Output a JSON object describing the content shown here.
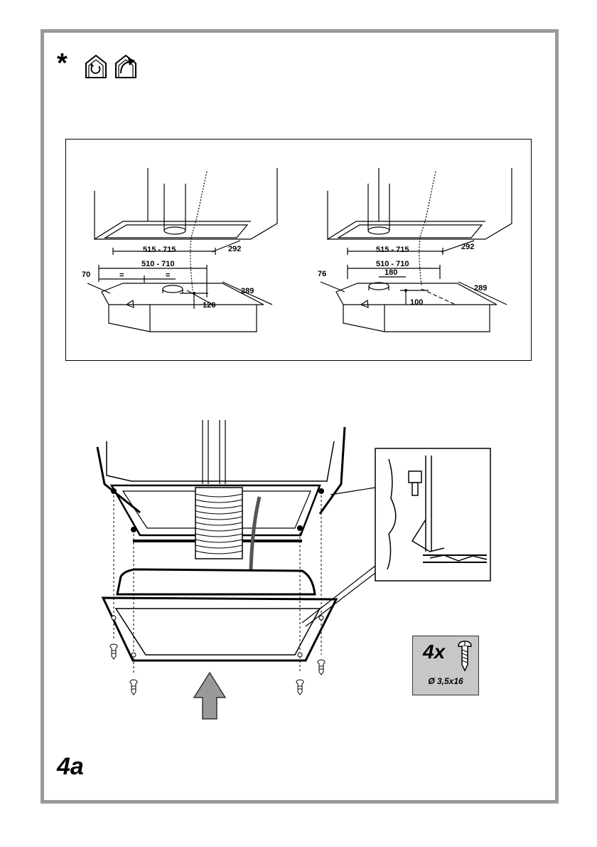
{
  "header": {
    "star": "*",
    "icons": [
      "recirculation-icon",
      "extraction-icon"
    ]
  },
  "dimension_panel": {
    "left_view": {
      "width_range_top": "515 - 715",
      "depth_top": "292",
      "width_range_mid": "510 - 710",
      "left_offset": "70",
      "equal_left": "=",
      "equal_right": "=",
      "duct_offset": "120",
      "depth_bottom": "289"
    },
    "right_view": {
      "width_range_top": "515 - 715",
      "depth_top": "292",
      "width_range_mid": "510 - 710",
      "left_offset": "76",
      "duct_offset": "180",
      "cable_offset": "100",
      "depth_bottom": "289"
    }
  },
  "screw_box": {
    "count": "4x",
    "size": "Ø 3,5x16"
  },
  "page_number": "4a"
}
